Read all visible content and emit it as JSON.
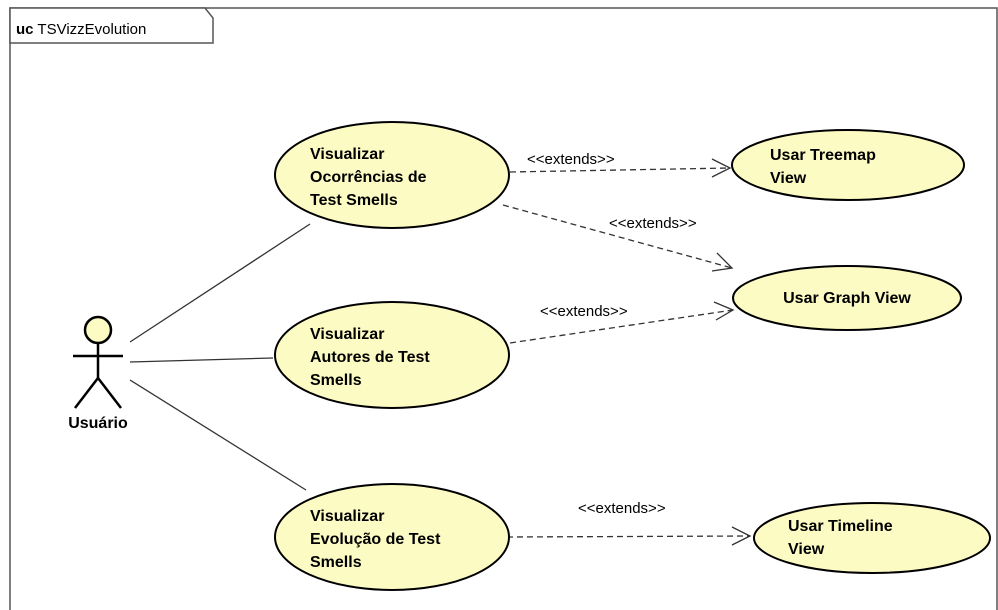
{
  "frame": {
    "keyword": "uc",
    "name": "TSVizzEvolution"
  },
  "actor": {
    "name": "Usuário"
  },
  "use_cases": [
    {
      "lines": [
        "Visualizar",
        "Ocorrências de",
        "Test Smells"
      ]
    },
    {
      "lines": [
        "Visualizar",
        "Autores de Test",
        "Smells"
      ]
    },
    {
      "lines": [
        "Visualizar",
        "Evolução de Test",
        "Smells"
      ]
    },
    {
      "lines": [
        "Usar Treemap",
        "View"
      ]
    },
    {
      "lines": [
        "Usar Graph View"
      ]
    },
    {
      "lines": [
        "Usar Timeline",
        "View"
      ]
    }
  ],
  "relations": [
    {
      "label": "<<extends>>"
    },
    {
      "label": "<<extends>>"
    },
    {
      "label": "<<extends>>"
    },
    {
      "label": "<<extends>>"
    }
  ],
  "colors": {
    "usecase_fill": "#fdfbc4",
    "stroke": "#000000",
    "line": "#333333"
  }
}
